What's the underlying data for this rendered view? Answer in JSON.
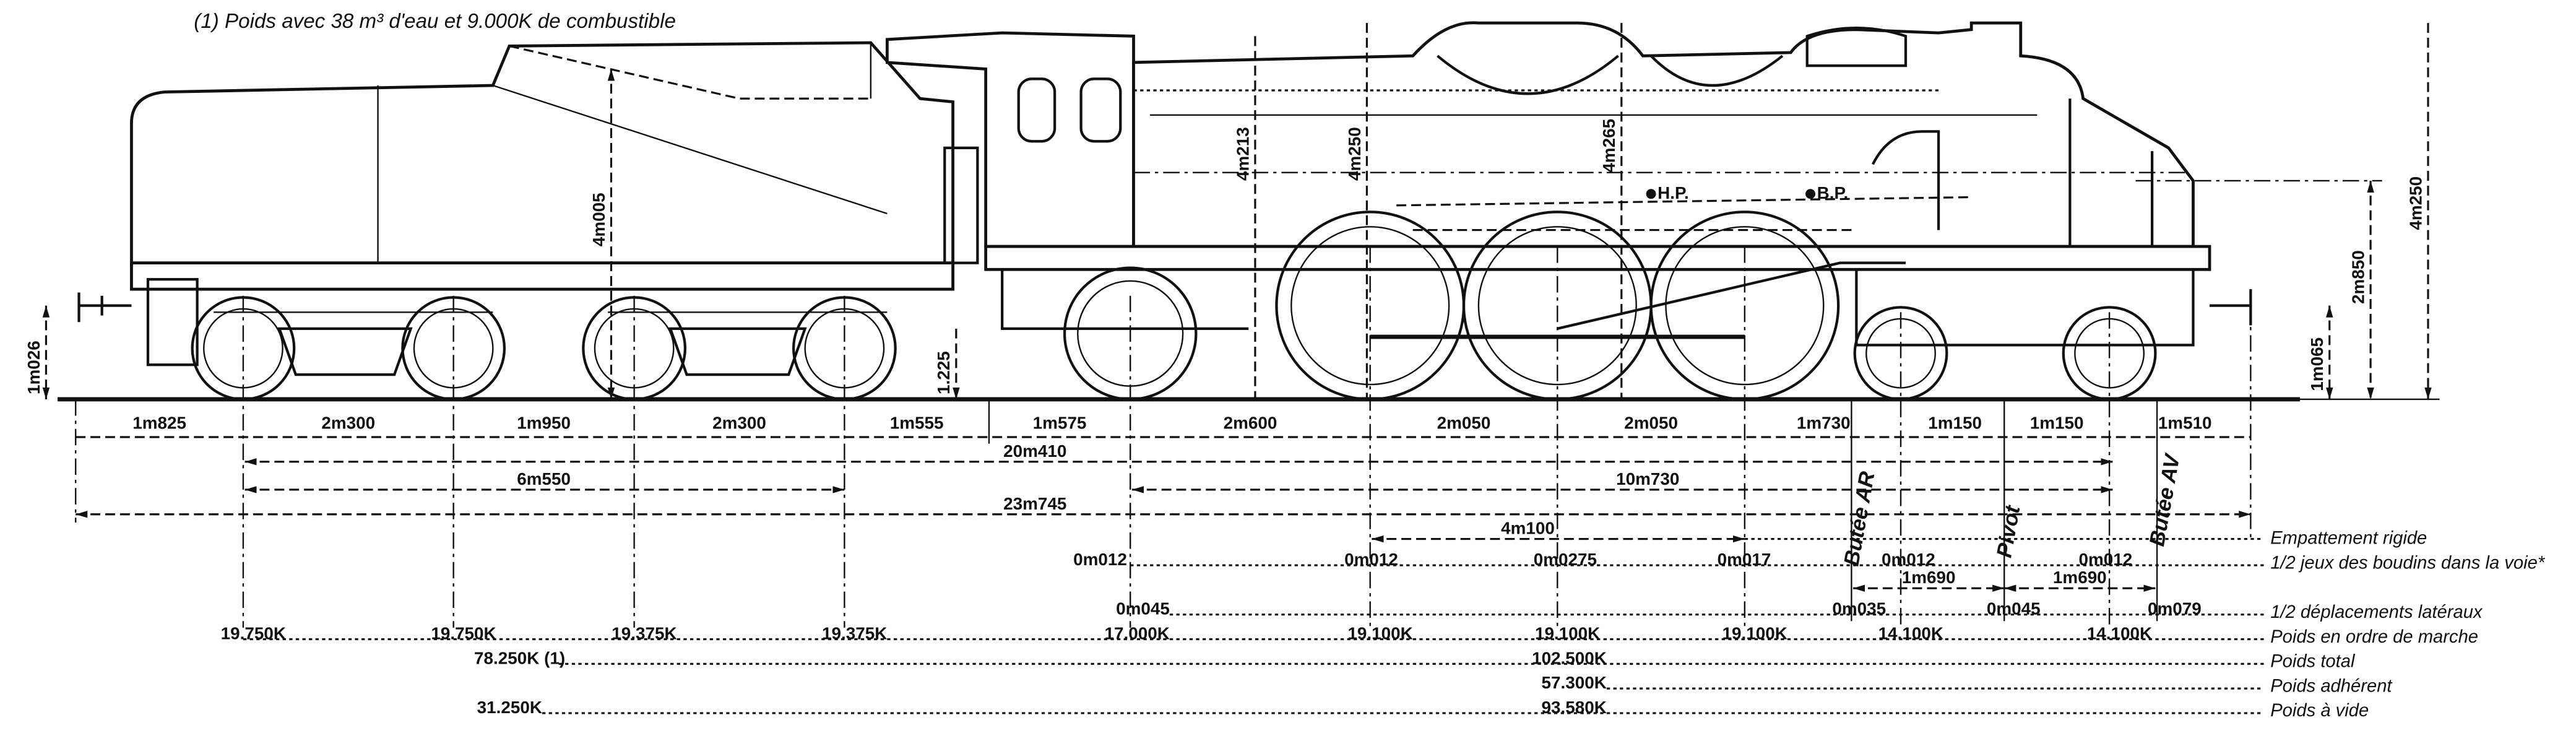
{
  "caption": "(1) Poids avec 38 m³ d'eau et 9.000K de combustible",
  "drawing_marks": {
    "hp": "H.P.",
    "bp": "B.P."
  },
  "heights": {
    "buffer_tender": "1m026",
    "tender_height": "4m005",
    "tender_step": "1.225",
    "cab_height": "4m213",
    "dome_height_rear": "4m250",
    "dome_height_front": "4m265",
    "buffer_loco": "1m065",
    "boiler_axis": "2m850",
    "total_height": "4m250"
  },
  "spacings": [
    "1m825",
    "2m300",
    "1m950",
    "2m300",
    "1m555",
    "1m575",
    "2m600",
    "2m050",
    "2m050",
    "1m730",
    "1m150",
    "1m150",
    "1m510"
  ],
  "overall": {
    "loco_buffer_to_wheel": "20m410",
    "tender_wheelbase": "6m550",
    "loco_wheelbase": "10m730",
    "total_length": "23m745",
    "rigid_wheelbase": "4m100",
    "bogie_half_1": "1m690",
    "bogie_half_2": "1m690"
  },
  "stops": {
    "rear": "Butée AR",
    "pivot": "Pivot",
    "front": "Butée AV"
  },
  "rows": {
    "rigid": {
      "label": "Empattement rigide"
    },
    "flange_play": {
      "label": "1/2 jeux des boudins dans la voie*",
      "values": [
        "0m012",
        "0m012",
        "0m0275",
        "0m017",
        "0m012",
        "0m012"
      ]
    },
    "lateral": {
      "label": "1/2 déplacements latéraux",
      "values": [
        "0m045",
        "0m035",
        "0m045",
        "0m079"
      ]
    },
    "axle_loads": {
      "label": "Poids en ordre de marche",
      "values": [
        "19.750K",
        "19.750K",
        "19.375K",
        "19.375K",
        "17.000K",
        "19.100K",
        "19.100K",
        "19.100K",
        "14.100K",
        "14.100K"
      ]
    },
    "total": {
      "label": "Poids total",
      "tender": "78.250K (1)",
      "loco": "102.500K"
    },
    "adhesive": {
      "label": "Poids adhérent",
      "loco": "57.300K"
    },
    "empty": {
      "label": "Poids à vide",
      "tender": "31.250K",
      "loco": "93.580K"
    }
  }
}
